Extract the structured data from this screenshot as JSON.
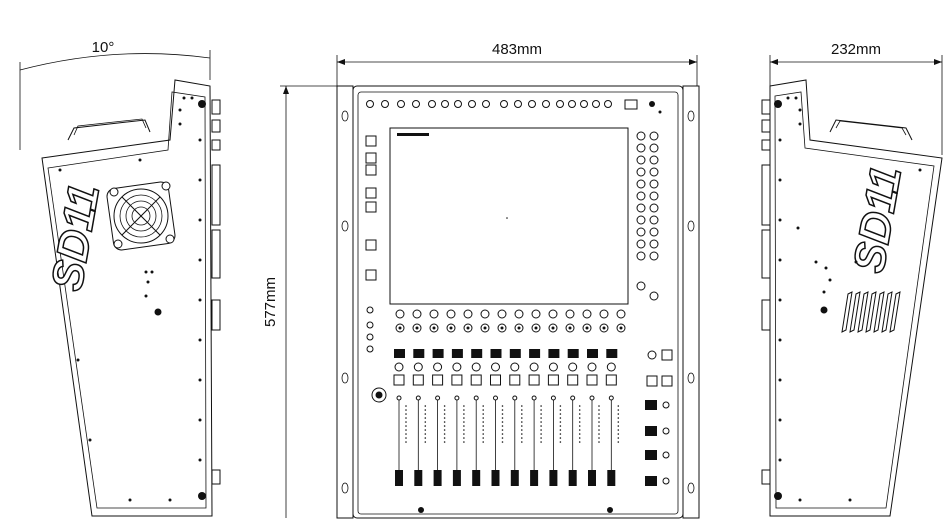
{
  "dimensions": {
    "angle": "10°",
    "width": "483mm",
    "depth": "232mm",
    "height": "577mm"
  },
  "logo": {
    "text": "SD11"
  }
}
